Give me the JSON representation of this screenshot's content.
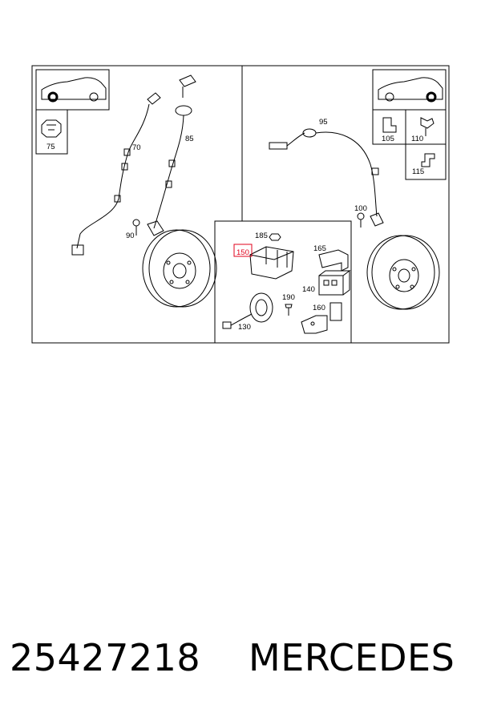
{
  "diagram": {
    "callouts": {
      "c70": "70",
      "c75": "75",
      "c85": "85",
      "c90": "90",
      "c95": "95",
      "c100": "100",
      "c105": "105",
      "c110": "110",
      "c115": "115",
      "c130": "130",
      "c140": "140",
      "c150": "150",
      "c160": "160",
      "c165": "165",
      "c185": "185",
      "c190": "190"
    },
    "highlight_color": "#e0001b"
  },
  "footer": {
    "part_number": "25427218",
    "brand": "MERCEDES"
  }
}
